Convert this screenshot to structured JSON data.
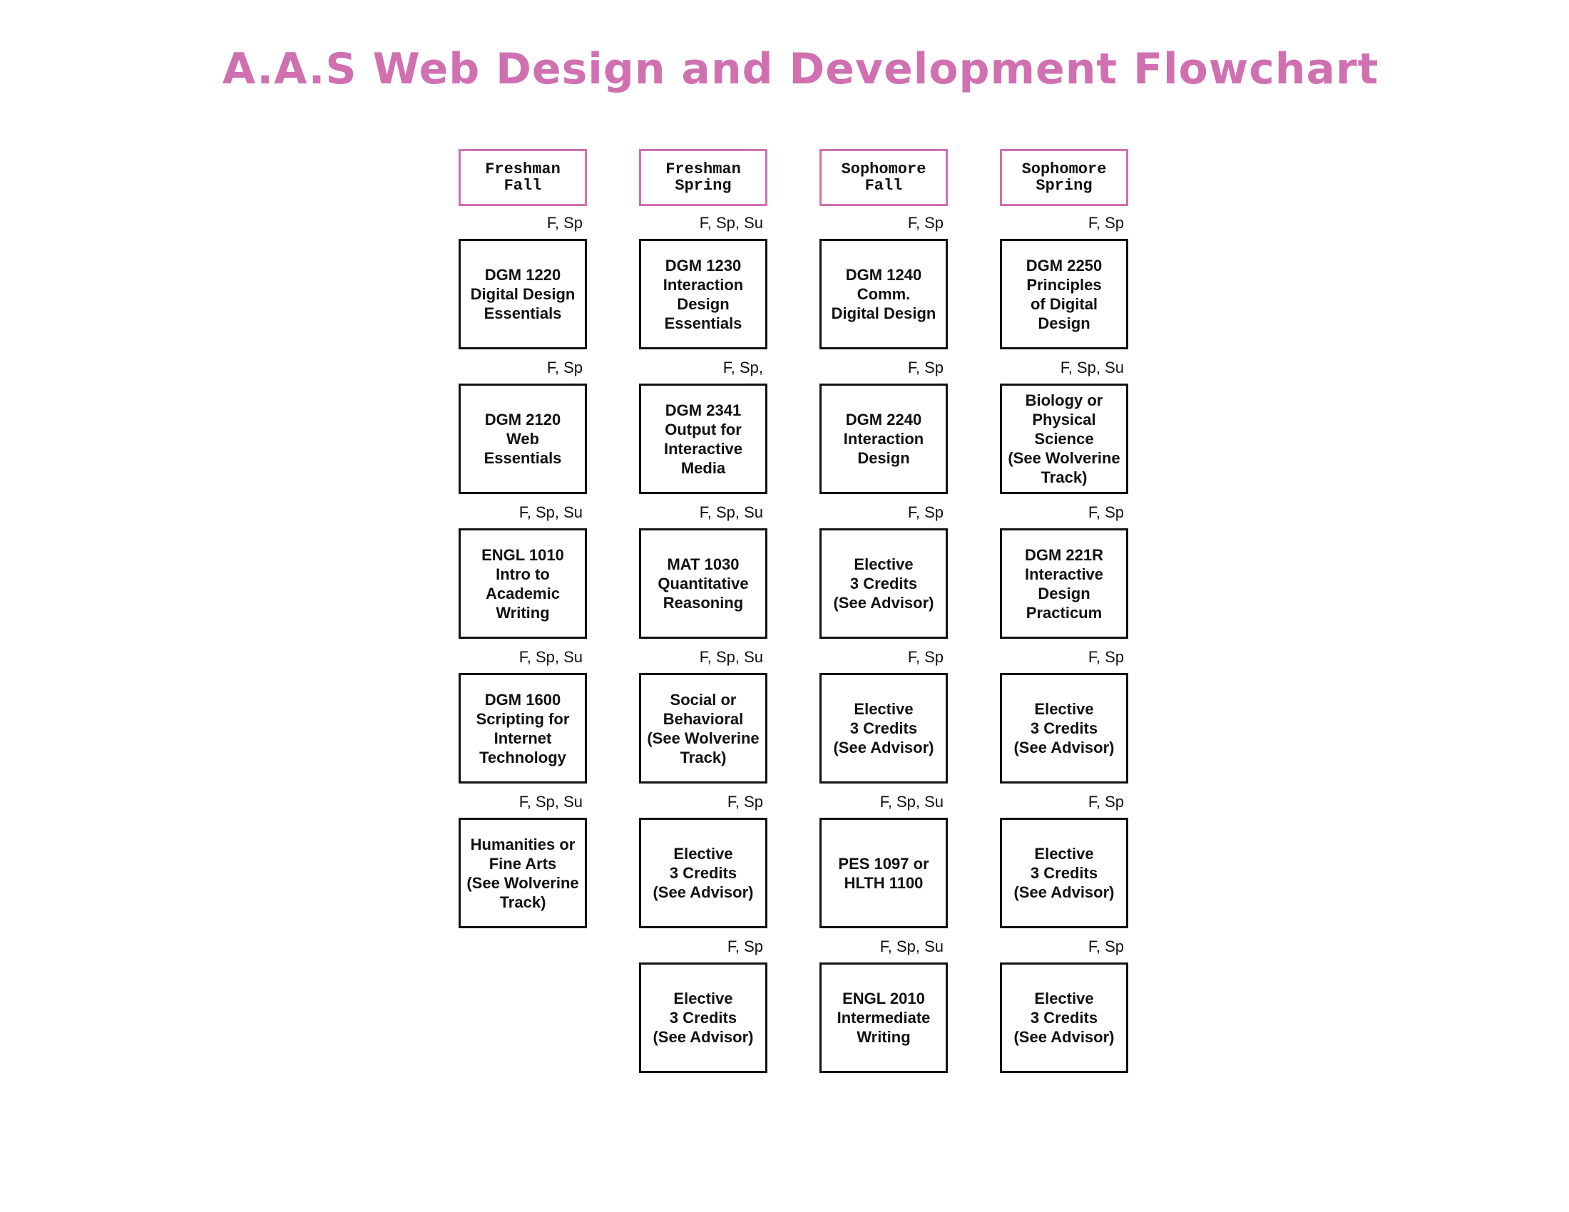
{
  "title": "A.A.S Web Design and Development Flowchart",
  "colors": {
    "title": "#d070b0",
    "header_border": "#d070b0",
    "box_border": "#111111",
    "text": "#111111"
  },
  "columns": [
    {
      "header": "Freshman\nFall",
      "courses": [
        {
          "offered": "F, Sp",
          "label": "DGM 1220\nDigital Design\nEssentials"
        },
        {
          "offered": "F, Sp",
          "label": "DGM 2120\nWeb\nEssentials"
        },
        {
          "offered": "F, Sp, Su",
          "label": "ENGL 1010\nIntro to\nAcademic\nWriting"
        },
        {
          "offered": "F, Sp, Su",
          "label": "DGM 1600\nScripting for\nInternet\nTechnology"
        },
        {
          "offered": "F, Sp, Su",
          "label": "Humanities or\nFine Arts\n(See Wolverine\nTrack)"
        }
      ]
    },
    {
      "header": "Freshman\nSpring",
      "courses": [
        {
          "offered": "F, Sp, Su",
          "label": "DGM 1230\nInteraction\nDesign\nEssentials"
        },
        {
          "offered": "F, Sp,",
          "label": "DGM 2341\nOutput for\nInteractive\nMedia"
        },
        {
          "offered": "F, Sp, Su",
          "label": "MAT 1030\nQuantitative\nReasoning"
        },
        {
          "offered": "F, Sp, Su",
          "label": "Social or\nBehavioral\n(See Wolverine\nTrack)"
        },
        {
          "offered": "F, Sp",
          "label": "Elective\n3 Credits\n(See Advisor)"
        },
        {
          "offered": "F, Sp",
          "label": "Elective\n3 Credits\n(See Advisor)"
        }
      ]
    },
    {
      "header": "Sophomore\nFall",
      "courses": [
        {
          "offered": "F, Sp",
          "label": "DGM 1240\nComm.\nDigital Design"
        },
        {
          "offered": "F, Sp",
          "label": "DGM 2240\nInteraction\nDesign"
        },
        {
          "offered": "F, Sp",
          "label": "Elective\n3 Credits\n(See Advisor)"
        },
        {
          "offered": "F, Sp",
          "label": "Elective\n3 Credits\n(See Advisor)"
        },
        {
          "offered": "F, Sp, Su",
          "label": "PES 1097 or\nHLTH 1100"
        },
        {
          "offered": "F, Sp, Su",
          "label": "ENGL 2010\nIntermediate\nWriting"
        }
      ]
    },
    {
      "header": "Sophomore\nSpring",
      "courses": [
        {
          "offered": "F, Sp",
          "label": "DGM 2250\nPrinciples\nof Digital\nDesign"
        },
        {
          "offered": "F, Sp, Su",
          "label": "Biology or\nPhysical\nScience\n(See Wolverine\nTrack)"
        },
        {
          "offered": "F, Sp",
          "label": "DGM 221R\nInteractive\nDesign\nPracticum"
        },
        {
          "offered": "F, Sp",
          "label": "Elective\n3 Credits\n(See Advisor)"
        },
        {
          "offered": "F, Sp",
          "label": "Elective\n3 Credits\n(See Advisor)"
        },
        {
          "offered": "F, Sp",
          "label": "Elective\n3 Credits\n(See Advisor)"
        }
      ]
    }
  ]
}
